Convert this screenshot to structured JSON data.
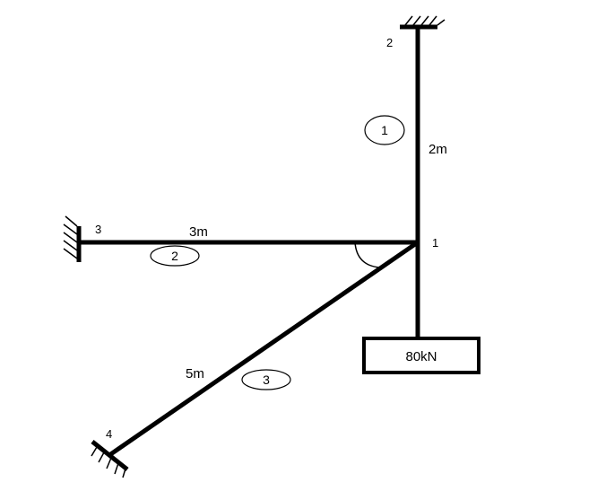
{
  "nodes": {
    "n1": "1",
    "n2": "2",
    "n3": "3",
    "n4": "4"
  },
  "members": {
    "m1": {
      "id": "1",
      "length": "2m"
    },
    "m2": {
      "id": "2",
      "length": "3m"
    },
    "m3": {
      "id": "3",
      "length": "5m"
    }
  },
  "load": {
    "value": "80kN"
  }
}
